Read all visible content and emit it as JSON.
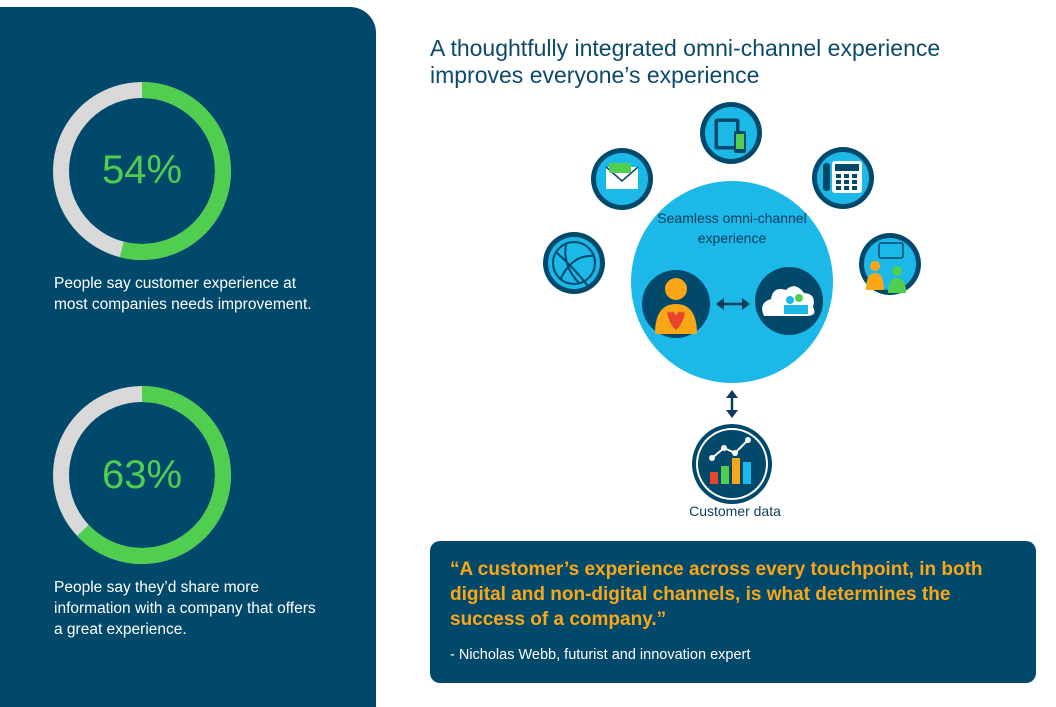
{
  "stats": [
    {
      "value": "54%",
      "fraction": 0.54,
      "description": "People say customer experience at most companies needs improvement."
    },
    {
      "value": "63%",
      "fraction": 0.63,
      "description": "People say they’d share more information with a company that offers a great experience."
    }
  ],
  "headline": "A thoughtfully integrated omni-channel experience improves everyone’s experience",
  "hub": {
    "label": "Seamless omni-channel experience"
  },
  "channels": [
    "email-icon",
    "tablet-phone-icon",
    "desk-phone-icon",
    "globe-icon",
    "chat-people-icon"
  ],
  "customer_data": {
    "label": "Customer data"
  },
  "quote": {
    "text": "“A customer’s experience across every touchpoint, in both digital and non-digital channels, is what determines the success of a company.”",
    "attribution": "- Nicholas Webb, futurist and innovation expert"
  },
  "colors": {
    "navy": "#00496b",
    "green": "#4fce4f",
    "track": "#d9d9d9",
    "cyan": "#1cb8e8",
    "orange": "#fba617",
    "dark_icon": "#0d3d5c"
  }
}
